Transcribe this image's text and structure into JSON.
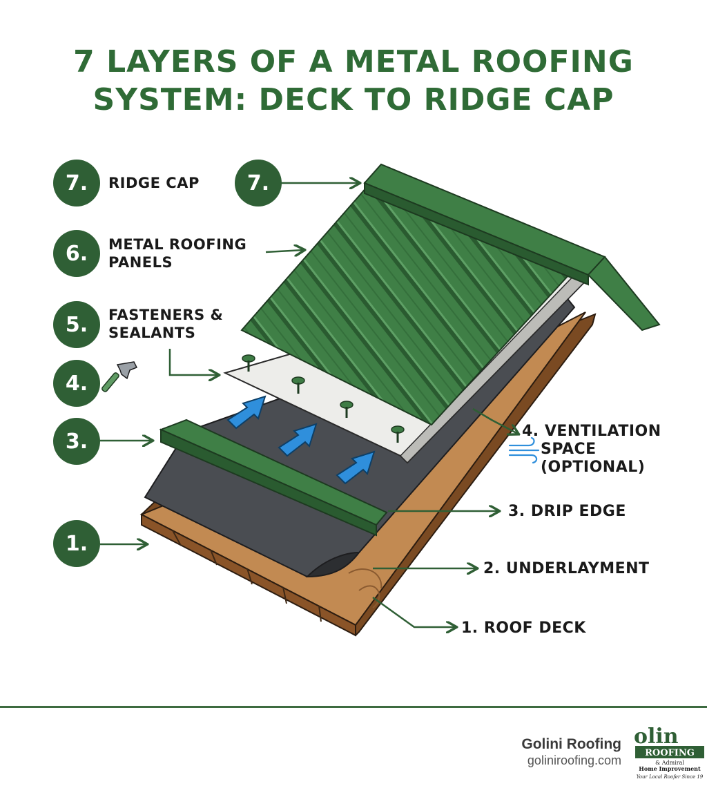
{
  "title": {
    "line1": "7 LAYERS OF A METAL ROOFING",
    "line2": "SYSTEM: DECK TO RIDGE CAP"
  },
  "left_legend": [
    {
      "number": "7.",
      "label_line1": "RIDGE CAP",
      "label_line2": ""
    },
    {
      "number": "6.",
      "label_line1": "METAL ROOFING",
      "label_line2": "PANELS"
    },
    {
      "number": "5.",
      "label_line1": "FASTENERS &",
      "label_line2": "SEALANTS"
    },
    {
      "number": "4.",
      "icon": "hammer-icon"
    },
    {
      "number": "3."
    },
    {
      "number": "1."
    }
  ],
  "callouts": {
    "ridge_badge": "7.",
    "ventilation_line1": "4. VENTILATION",
    "ventilation_line2": "SPACE",
    "ventilation_line3": "(OPTIONAL)",
    "ventilation_icon": "wind-icon",
    "drip_edge": "3. DRIP EDGE",
    "underlayment": "2. UNDERLAYMENT",
    "roof_deck": "1. ROOF DECK"
  },
  "footer": {
    "company": "Golini Roofing",
    "website": "goliniroofing.com",
    "logo": {
      "word": "olin",
      "banner": "ROOFING",
      "sub1": "& Admiral",
      "sub2": "Home Improvement",
      "tagline": "Your Local Roofer Since 19"
    }
  },
  "colors": {
    "primary_green": "#2f5f35",
    "title_green": "#2f6b36",
    "metal_green": "#3e7c45",
    "wood": "#b57d47",
    "underlayment": "#4a4d52",
    "airflow_blue": "#2f8fdc"
  }
}
